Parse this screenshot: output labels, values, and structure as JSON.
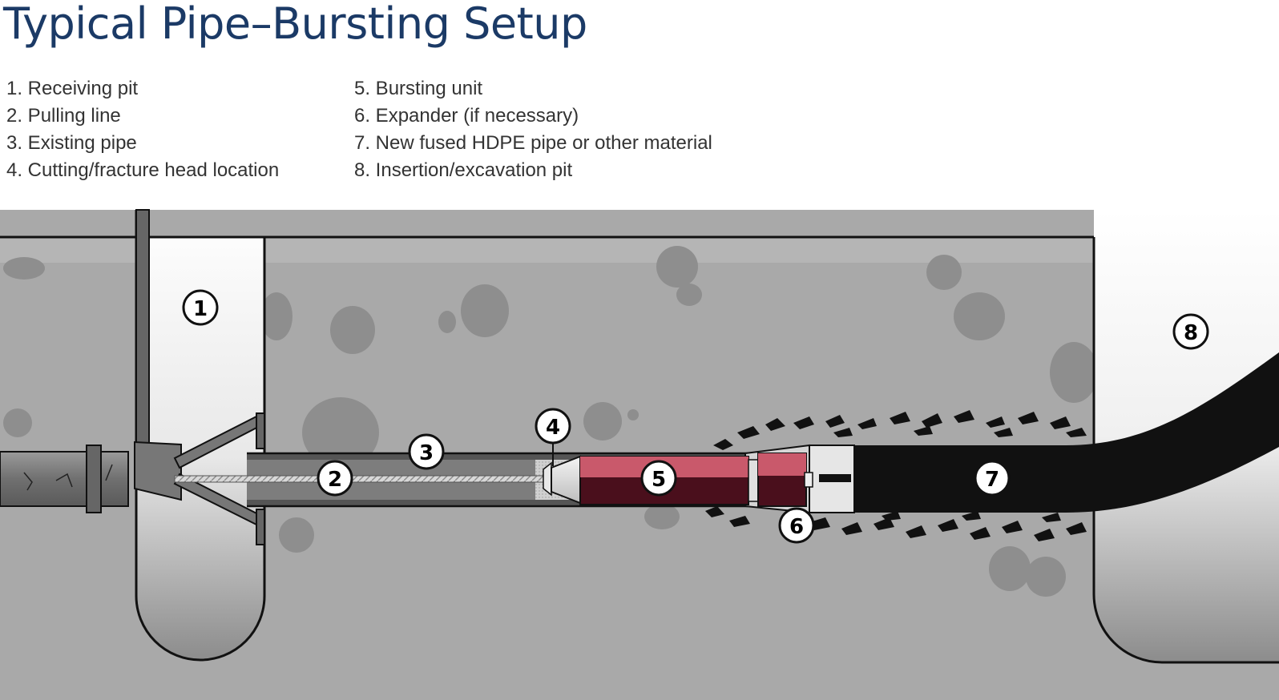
{
  "title": "Typical Pipe–Bursting Setup",
  "legend": {
    "left": [
      "1. Receiving pit",
      "2. Pulling line",
      "3. Existing pipe",
      "4. Cutting/fracture head location"
    ],
    "right": [
      "5. Bursting unit",
      "6. Expander (if necessary)",
      "7. New fused HDPE pipe or other material",
      "8. Insertion/excavation pit"
    ]
  },
  "callouts": [
    "1",
    "2",
    "3",
    "4",
    "5",
    "6",
    "7",
    "8"
  ],
  "colors": {
    "title": "#1b3a66",
    "ground": "#a9a9a9",
    "ground_top": "#b5b5b5",
    "rock": "#8e8e8e",
    "existing_pipe": "#777777",
    "bursting_unit_light": "#c9596b",
    "bursting_unit_dark": "#4a0f1c",
    "new_pipe": "#111111"
  }
}
